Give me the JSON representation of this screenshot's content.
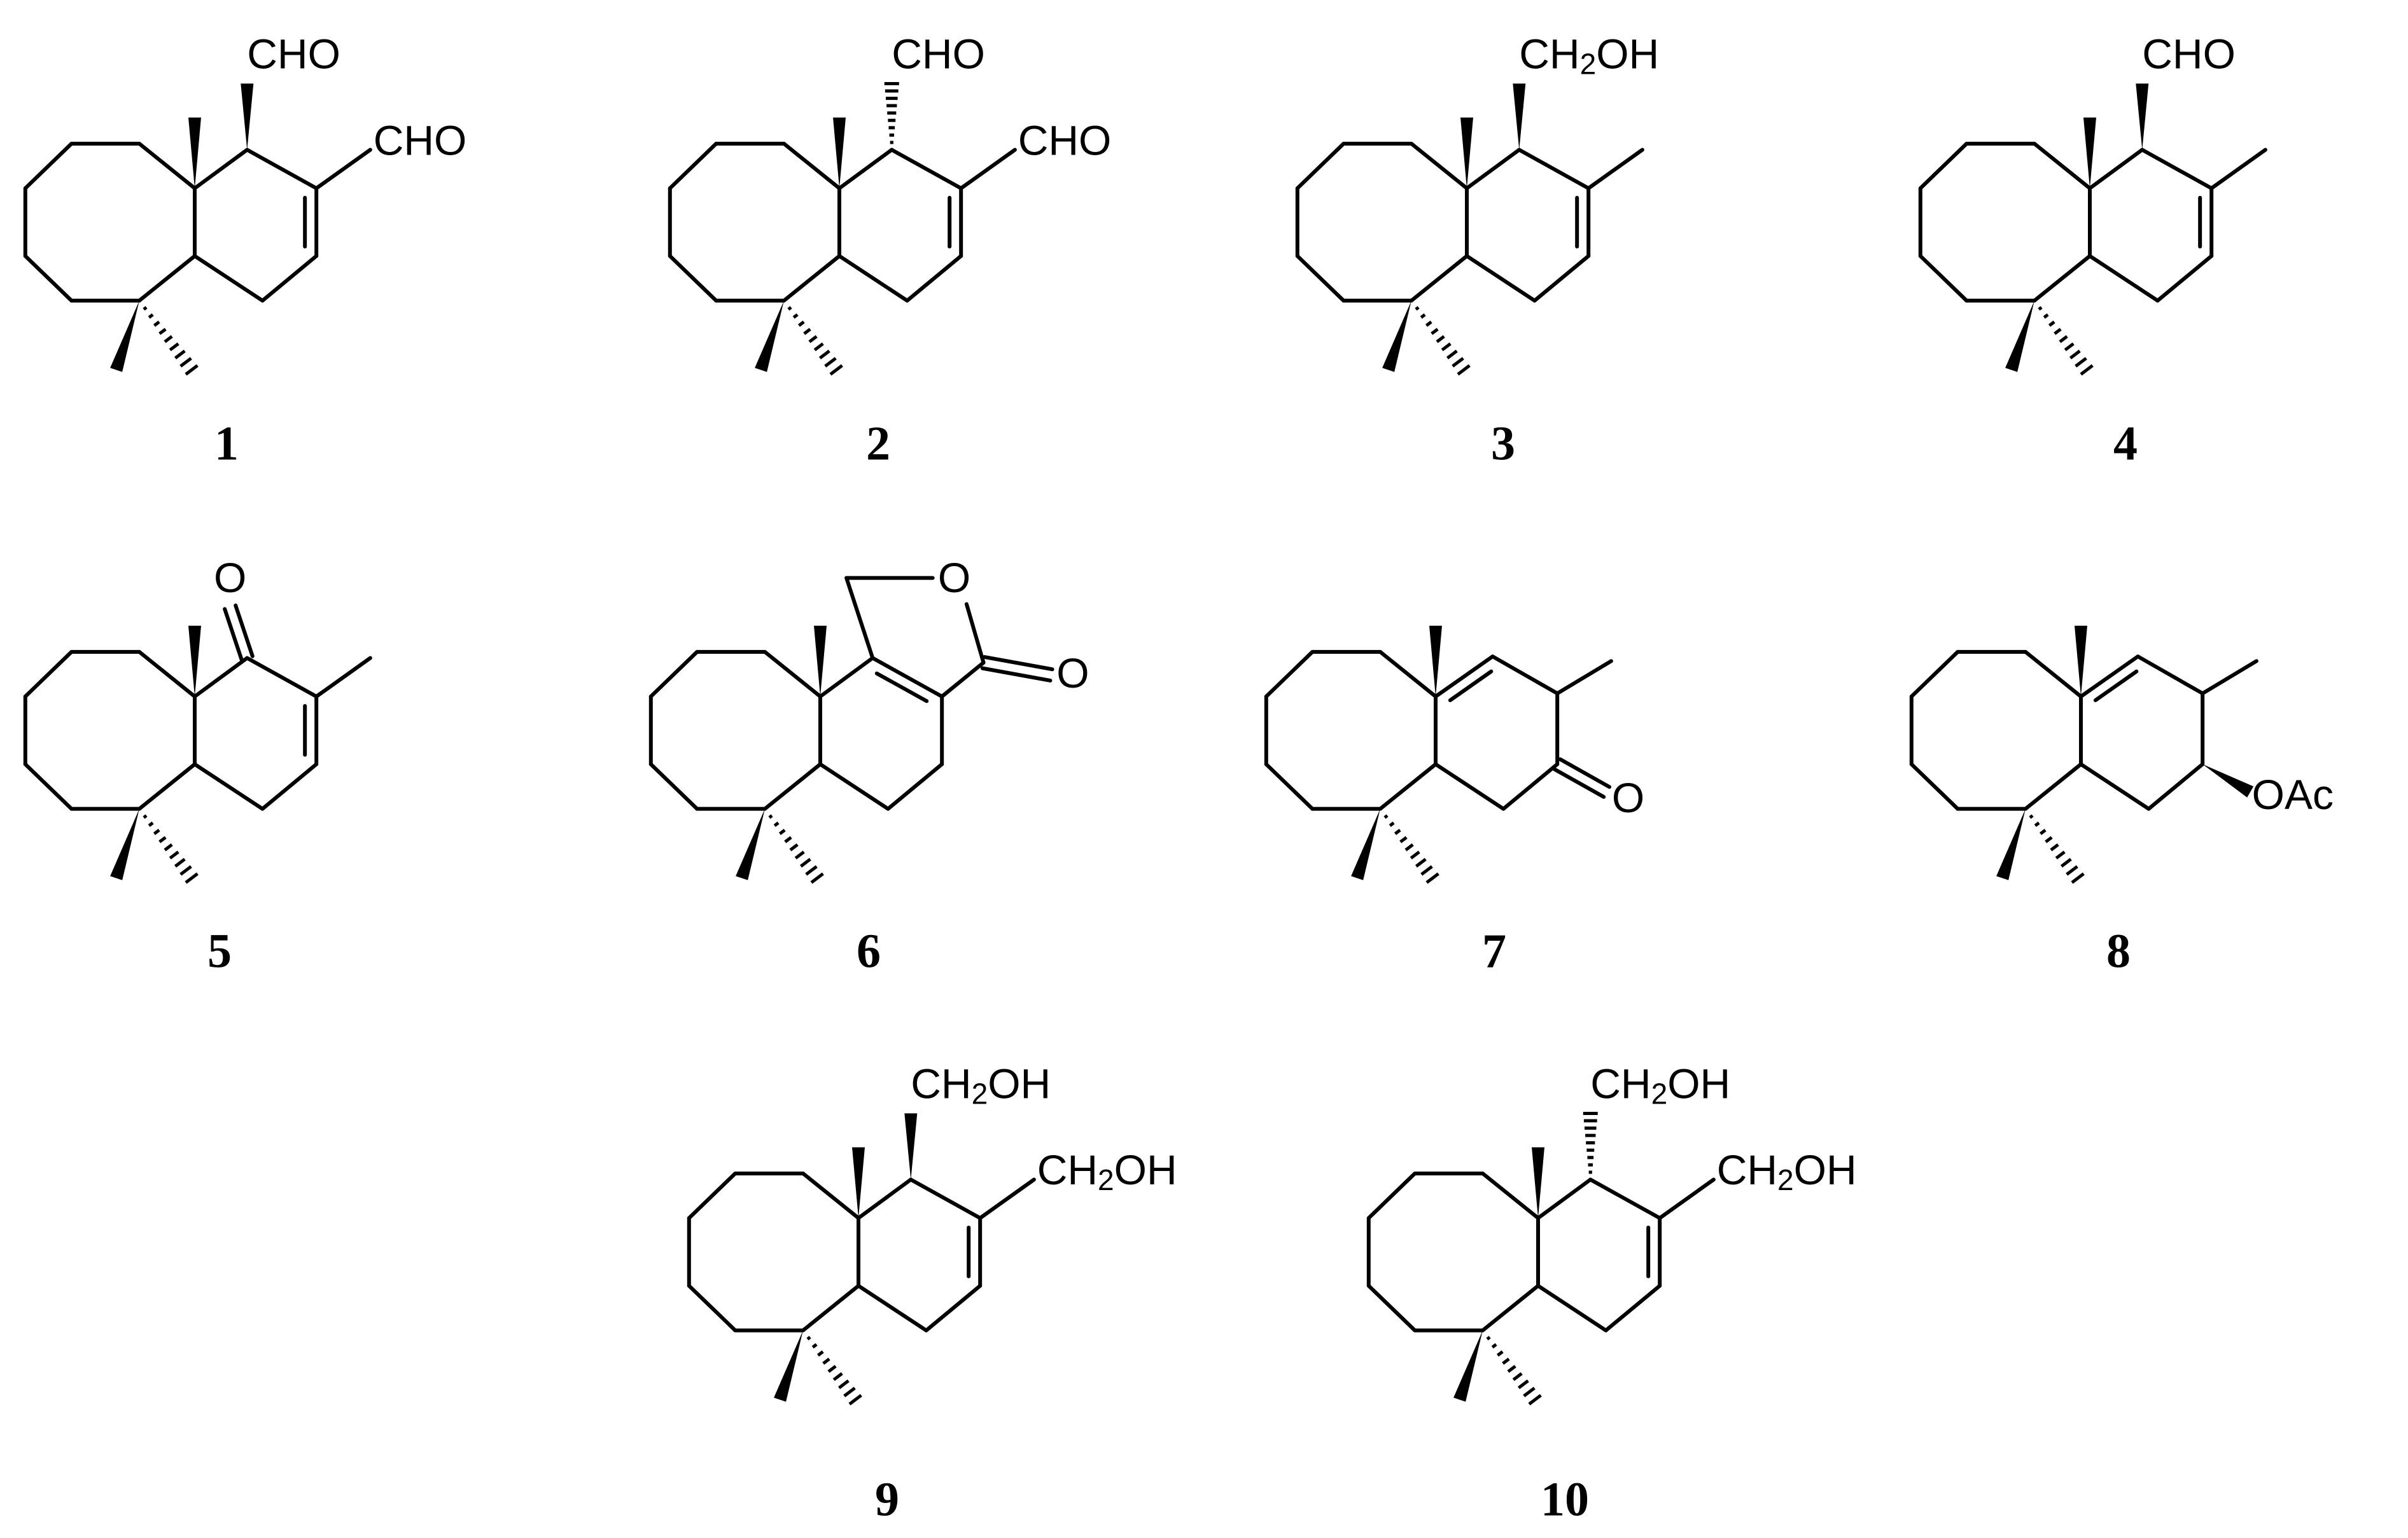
{
  "compounds": [
    {
      "id": "1",
      "label": "1",
      "groups": [
        {
          "text": "CHO"
        },
        {
          "text": "CHO"
        }
      ]
    },
    {
      "id": "2",
      "label": "2",
      "groups": [
        {
          "text": "CHO"
        },
        {
          "text": "CHO"
        }
      ]
    },
    {
      "id": "3",
      "label": "3",
      "groups": [
        {
          "pre": "CH",
          "sub": "2",
          "post": "OH"
        }
      ]
    },
    {
      "id": "4",
      "label": "4",
      "groups": [
        {
          "text": "CHO"
        }
      ]
    },
    {
      "id": "5",
      "label": "5",
      "groups": [
        {
          "text": "O"
        }
      ]
    },
    {
      "id": "6",
      "label": "6",
      "groups": [
        {
          "text": "O"
        },
        {
          "text": "O"
        }
      ]
    },
    {
      "id": "7",
      "label": "7",
      "groups": [
        {
          "text": "O"
        }
      ]
    },
    {
      "id": "8",
      "label": "8",
      "groups": [
        {
          "text": "OAc"
        }
      ]
    },
    {
      "id": "9",
      "label": "9",
      "groups": [
        {
          "pre": "CH",
          "sub": "2",
          "post": "OH"
        },
        {
          "pre": "CH",
          "sub": "2",
          "post": "OH"
        }
      ]
    },
    {
      "id": "10",
      "label": "10",
      "groups": [
        {
          "pre": "CH",
          "sub": "2",
          "post": "OH"
        },
        {
          "pre": "CH",
          "sub": "2",
          "post": "OH"
        }
      ]
    }
  ]
}
